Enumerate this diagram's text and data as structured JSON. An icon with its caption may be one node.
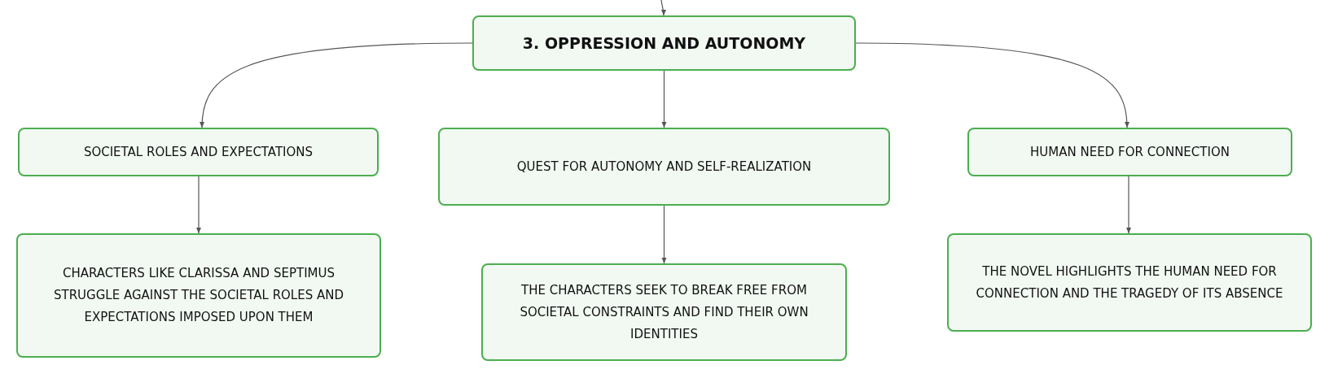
{
  "diagram": {
    "nodes": [
      {
        "text": [
          "3. OPPRESSION AND AUTONOMY"
        ]
      },
      {
        "text": [
          "SOCIETAL ROLES AND EXPECTATIONS"
        ]
      },
      {
        "text": [
          "QUEST FOR AUTONOMY AND SELF-REALIZATION"
        ]
      },
      {
        "text": [
          "HUMAN NEED FOR CONNECTION"
        ]
      },
      {
        "text": [
          "CHARACTERS LIKE CLARISSA AND SEPTIMUS STRUGGLE AGAINST THE SOCIETAL ROLES AND EXPECTATIONS IMPOSED UPON THEM"
        ]
      },
      {
        "text": [
          "THE CHARACTERS SEEK TO BREAK FREE FROM SOCIETAL CONSTRAINTS AND FIND THEIR OWN IDENTITIES"
        ]
      },
      {
        "text": [
          "THE NOVEL HIGHLIGHTS THE HUMAN NEED FOR CONNECTION AND THE TRAGEDY OF ITS ABSENCE"
        ]
      }
    ],
    "edges": [
      {
        "from": null,
        "to": 0,
        "arrow": "to"
      },
      {
        "from": 0,
        "to": 1,
        "arrow": "to"
      },
      {
        "from": 0,
        "to": 2,
        "arrow": "to"
      },
      {
        "from": 0,
        "to": 3,
        "arrow": "to"
      },
      {
        "from": 1,
        "to": 4,
        "arrow": "to"
      },
      {
        "from": 2,
        "to": 5,
        "arrow": "to"
      },
      {
        "from": 3,
        "to": 6,
        "arrow": "to"
      }
    ]
  }
}
